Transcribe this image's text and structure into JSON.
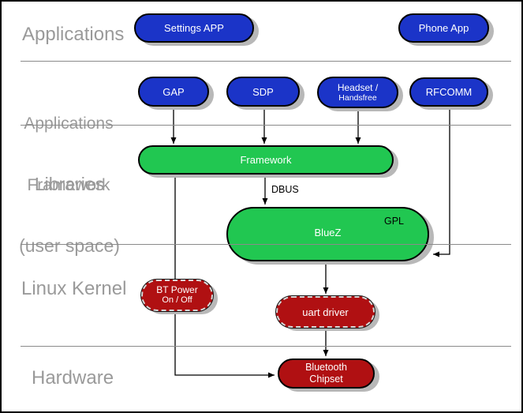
{
  "layers": {
    "applications": {
      "label": "Applications"
    },
    "applications_framework": {
      "line1": "Applications",
      "line2": "Framework"
    },
    "libraries": {
      "line1": "Libraries",
      "line2": "(user space)"
    },
    "linux_kernel": {
      "label": "Linux Kernel"
    },
    "hardware": {
      "label": "Hardware"
    }
  },
  "nodes": {
    "settings_app": {
      "label": "Settings APP"
    },
    "phone_app": {
      "label": "Phone App"
    },
    "gap": {
      "label": "GAP"
    },
    "sdp": {
      "label": "SDP"
    },
    "headset": {
      "line1": "Headset /",
      "line2": "Handsfree"
    },
    "rfcomm": {
      "label": "RFCOMM"
    },
    "framework": {
      "label": "Framework"
    },
    "bluez": {
      "label": "BlueZ",
      "badge": "GPL"
    },
    "bt_power": {
      "line1": "BT Power",
      "line2": "On / Off"
    },
    "uart_driver": {
      "label": "uart driver"
    },
    "bluetooth_chipset": {
      "line1": "Bluetooth",
      "line2": "Chipset"
    }
  },
  "edges": {
    "dbus_label": "DBUS",
    "list": [
      {
        "from": "GAP",
        "to": "Framework"
      },
      {
        "from": "SDP",
        "to": "Framework"
      },
      {
        "from": "Headset / Handsfree",
        "to": "Framework"
      },
      {
        "from": "RFCOMM",
        "to": "BlueZ"
      },
      {
        "from": "Framework",
        "to": "BlueZ",
        "label": "DBUS"
      },
      {
        "from": "Framework",
        "to": "Bluetooth Chipset",
        "via": "BT Power On / Off"
      },
      {
        "from": "BlueZ",
        "to": "uart driver"
      },
      {
        "from": "uart driver",
        "to": "Bluetooth Chipset"
      }
    ]
  },
  "colors": {
    "app_blue": "#1b34c8",
    "lib_green": "#21c751",
    "kernel_red": "#b01012",
    "label_gray": "#9a9a9a",
    "divider_gray": "#8a8a8a",
    "shadow_gray": "#b8b8b8",
    "line_black": "#000000"
  }
}
